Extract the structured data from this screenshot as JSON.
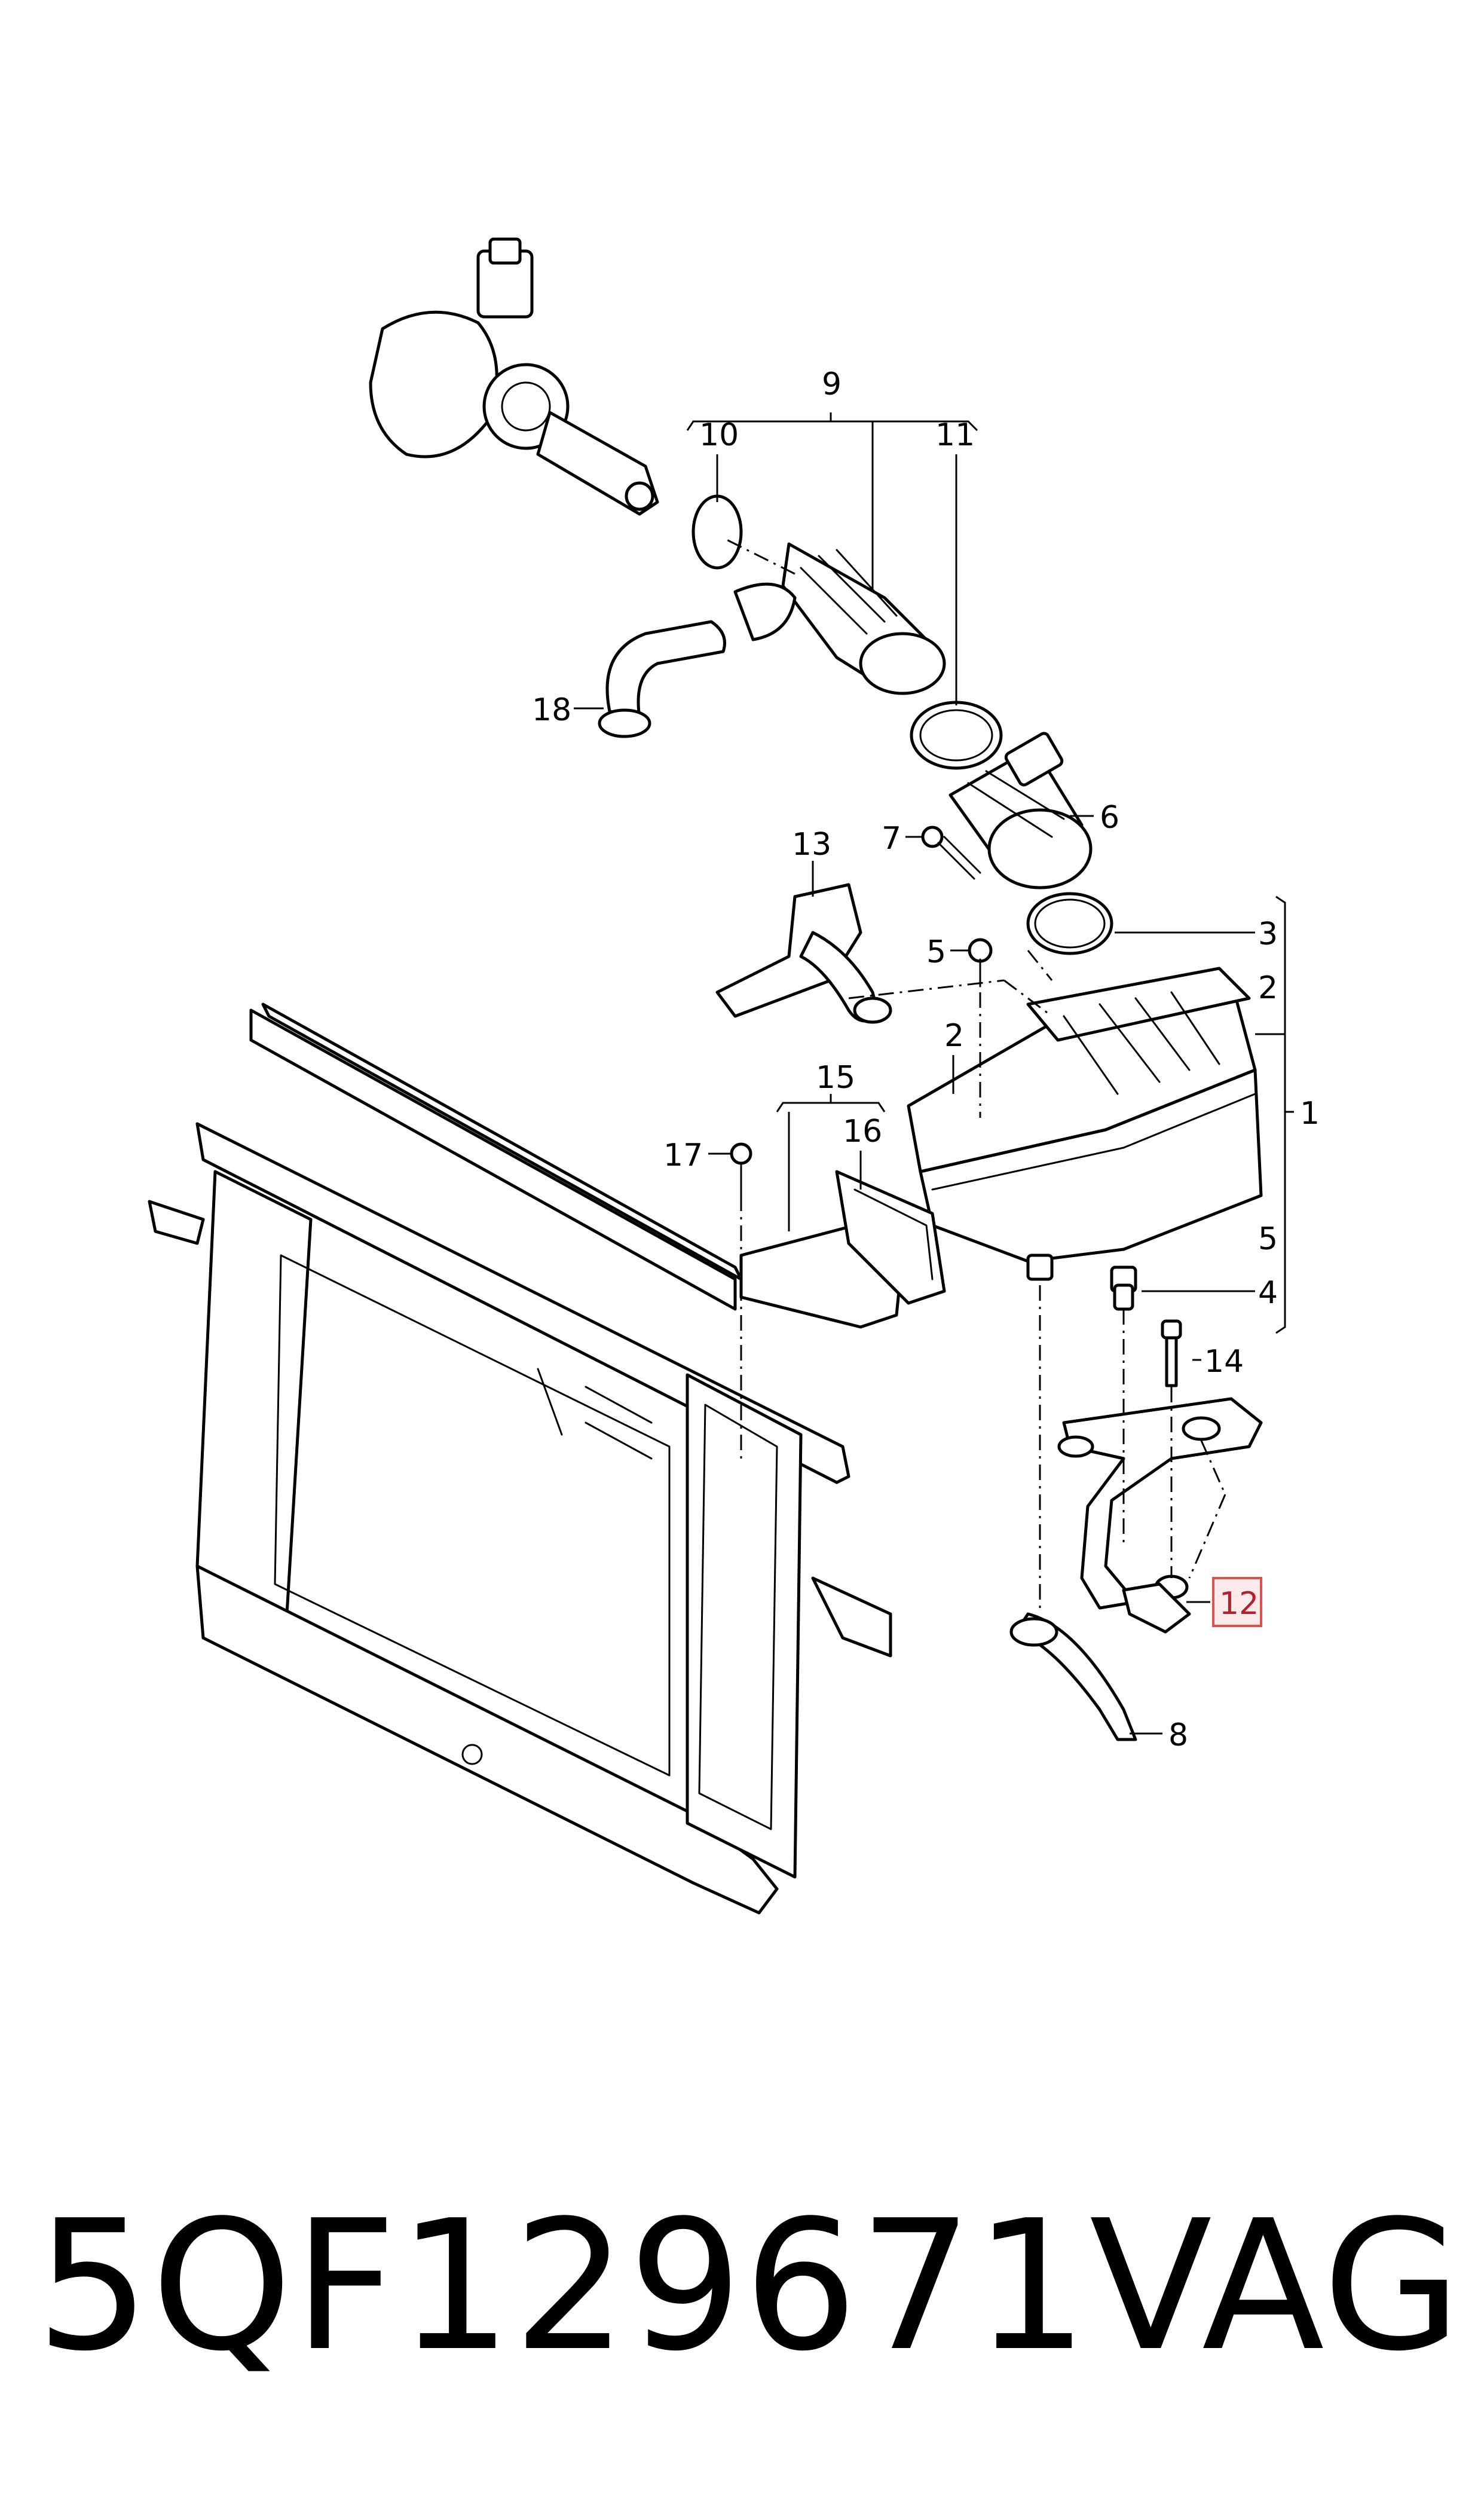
{
  "callouts": {
    "c1": "1",
    "c2a": "2",
    "c2b": "2",
    "c3": "3",
    "c4": "4",
    "c5a": "5",
    "c5b": "5",
    "c6": "6",
    "c7": "7",
    "c8": "8",
    "c9": "9",
    "c10": "10",
    "c11": "11",
    "c12": "12",
    "c13": "13",
    "c14": "14",
    "c15": "15",
    "c16": "16",
    "c17": "17",
    "c18": "18"
  },
  "highlight": {
    "part": "12",
    "color": "#d9534f",
    "fill": "#fde8ea"
  },
  "caption": {
    "part_number": "5QF129671",
    "brand": "VAG"
  }
}
